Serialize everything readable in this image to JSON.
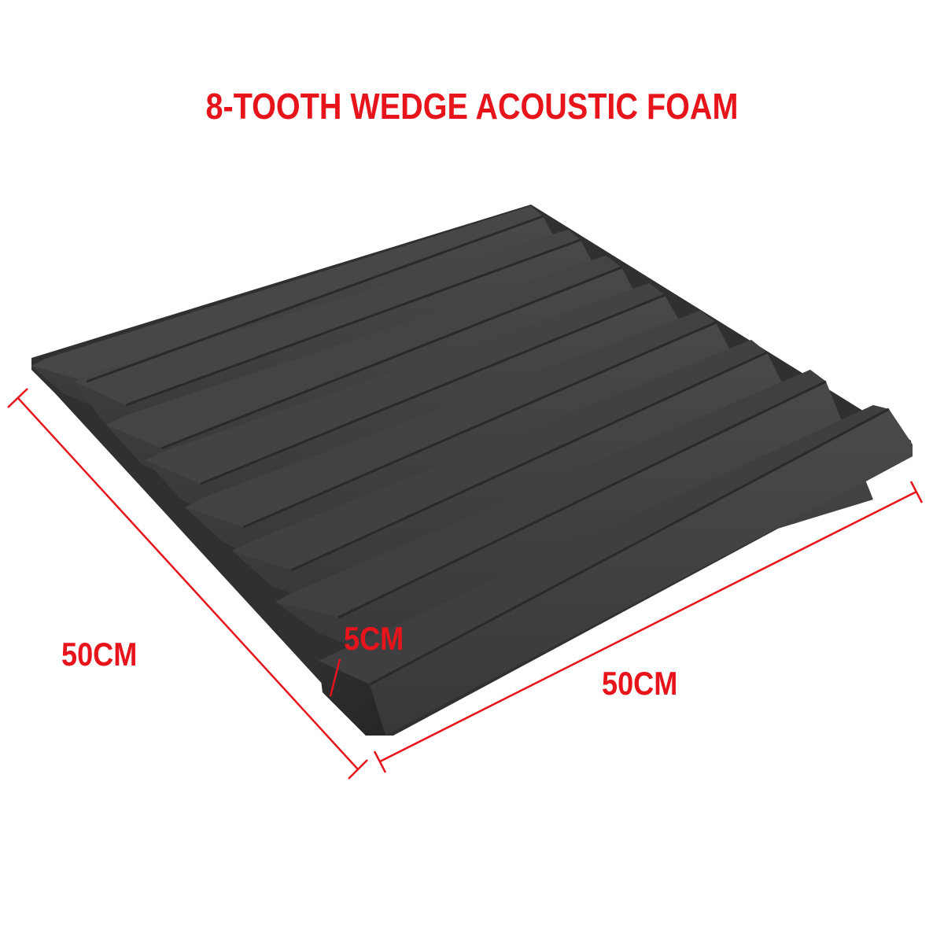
{
  "product": {
    "title": "8-TOOTH WEDGE ACOUSTIC FOAM",
    "tooth_count": 8,
    "foam_color": "#3a3a3c",
    "accent_color": "#e8141b"
  },
  "dimensions": {
    "width_label": "50CM",
    "length_label": "50CM",
    "depth_label": "5CM"
  }
}
